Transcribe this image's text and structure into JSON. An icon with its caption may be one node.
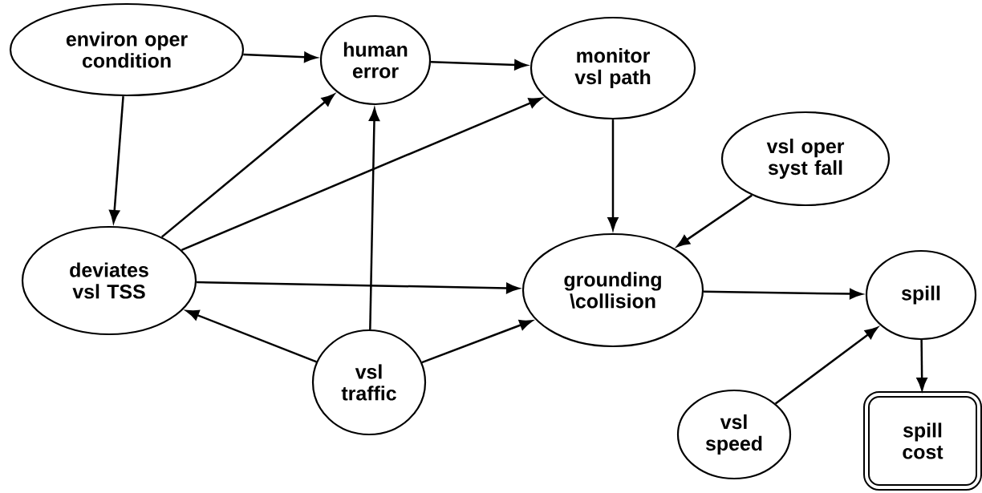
{
  "diagram": {
    "nodes": [
      {
        "text": [
          "environ oper condition"
        ]
      },
      {
        "text": [
          "human error"
        ]
      },
      {
        "text": [
          "monitor vsl path"
        ]
      },
      {
        "text": [
          "vsl oper syst fall"
        ]
      },
      {
        "text": [
          "deviates vsl TSS"
        ]
      },
      {
        "text": [
          "grounding \\collision"
        ]
      },
      {
        "text": [
          "spill"
        ]
      },
      {
        "text": [
          "vsl traffic"
        ]
      },
      {
        "text": [
          "vsl speed"
        ]
      },
      {
        "text": [
          "spill cost"
        ]
      }
    ],
    "edges": [
      {
        "from": 0,
        "to": 1,
        "arrow": "to"
      },
      {
        "from": 1,
        "to": 2,
        "arrow": "to"
      },
      {
        "from": 0,
        "to": 4,
        "arrow": "to"
      },
      {
        "from": 4,
        "to": 1,
        "arrow": "to"
      },
      {
        "from": 4,
        "to": 2,
        "arrow": "to"
      },
      {
        "from": 4,
        "to": 5,
        "arrow": "to"
      },
      {
        "from": 7,
        "to": 4,
        "arrow": "to"
      },
      {
        "from": 7,
        "to": 1,
        "arrow": "to"
      },
      {
        "from": 7,
        "to": 5,
        "arrow": "to"
      },
      {
        "from": 2,
        "to": 5,
        "arrow": "to"
      },
      {
        "from": 3,
        "to": 5,
        "arrow": "to"
      },
      {
        "from": 5,
        "to": 6,
        "arrow": "to"
      },
      {
        "from": 8,
        "to": 6,
        "arrow": "to"
      },
      {
        "from": 6,
        "to": 9,
        "arrow": "to"
      }
    ]
  }
}
